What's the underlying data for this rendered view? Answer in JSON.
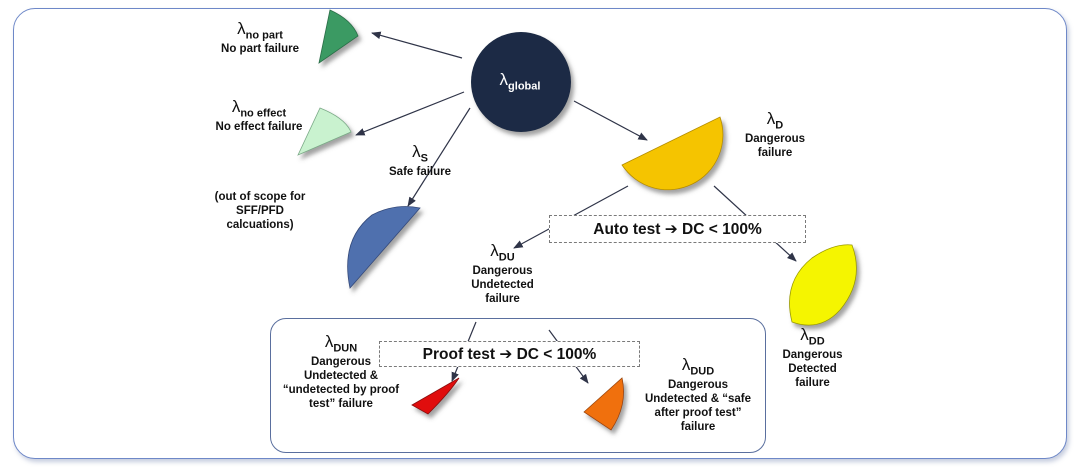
{
  "nodes": {
    "global": {
      "symbol": "λ",
      "sub": "global"
    },
    "no_part": {
      "symbol": "λ",
      "sub": "no part",
      "desc": "No part failure",
      "color": "#3a9a64"
    },
    "no_effect": {
      "symbol": "λ",
      "sub": "no effect",
      "desc": "No effect failure",
      "color": "#c9f2cf"
    },
    "safe": {
      "symbol": "λ",
      "sub": "S",
      "desc": "Safe failure",
      "color": "#4f6fae"
    },
    "dangerous": {
      "symbol": "λ",
      "sub": "D",
      "desc": "Dangerous failure",
      "color": "#f5c400"
    },
    "du": {
      "symbol": "λ",
      "sub": "DU",
      "desc": "Dangerous Undetected failure"
    },
    "dd": {
      "symbol": "λ",
      "sub": "DD",
      "desc": "Dangerous Detected failure",
      "color": "#f5f500"
    },
    "dun": {
      "symbol": "λ",
      "sub": "DUN",
      "desc": "Dangerous Undetected & “undetected by proof test” failure",
      "color": "#e01010"
    },
    "dud": {
      "symbol": "λ",
      "sub": "DUD",
      "desc": "Dangerous Undetected & “safe after proof test” failure",
      "color": "#f07010"
    }
  },
  "scope_note": "(out of scope for SFF/PFD calcuations)",
  "auto_test": "Auto test ➔ DC < 100%",
  "proof_test": "Proof test ➔ DC < 100%",
  "colors": {
    "global_circle": "#1b2c44",
    "frame": "#6e88c8",
    "arrow": "#3a3f55"
  }
}
